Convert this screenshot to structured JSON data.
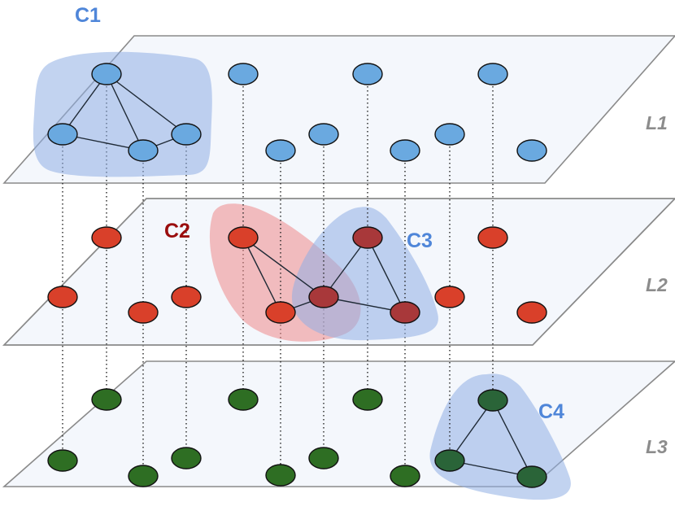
{
  "colors": {
    "l1_node": "#6aa9e0",
    "l2_node": "#d9402a",
    "l2_node_dark": "#a8383a",
    "l3_node": "#2e6e23",
    "l3_node_dark": "#2a6438",
    "blue_label": "#4f86d9",
    "red_label": "#9a0d0d",
    "blue_blob": "#8faee3",
    "red_blob": "#ef8a8a"
  },
  "layers": [
    {
      "id": "L1",
      "label": "L1"
    },
    {
      "id": "L2",
      "label": "L2"
    },
    {
      "id": "L3",
      "label": "L3"
    }
  ],
  "communities": [
    {
      "id": "C1",
      "label": "C1",
      "layer": "L1"
    },
    {
      "id": "C2",
      "label": "C2",
      "layer": "L2"
    },
    {
      "id": "C3",
      "label": "C3",
      "layer": "L2"
    },
    {
      "id": "C4",
      "label": "C4",
      "layer": "L3"
    }
  ]
}
